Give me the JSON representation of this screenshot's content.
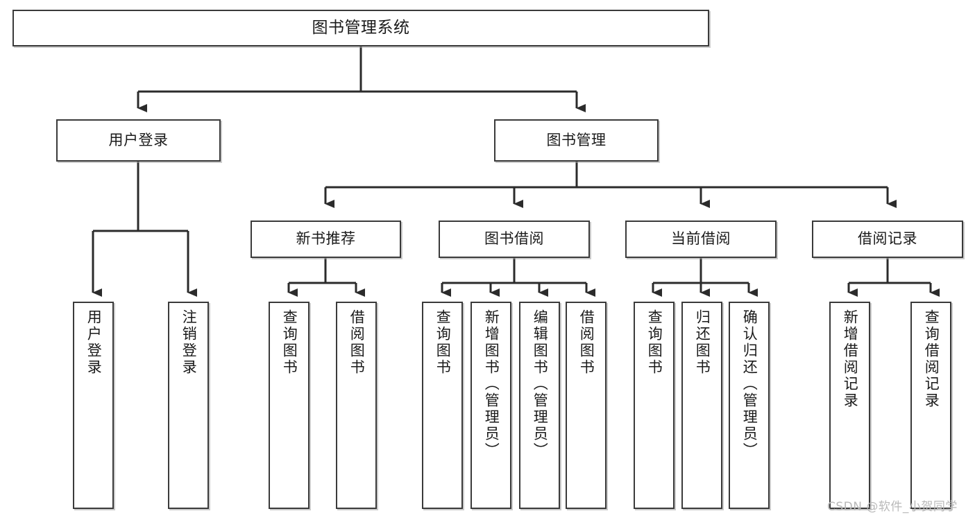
{
  "diagram": {
    "type": "tree",
    "title": "图书管理系统",
    "root": {
      "label": "图书管理系统"
    },
    "level1": [
      {
        "label": "用户登录"
      },
      {
        "label": "图书管理"
      }
    ],
    "level2": [
      {
        "label": "新书推荐"
      },
      {
        "label": "图书借阅"
      },
      {
        "label": "当前借阅"
      },
      {
        "label": "借阅记录"
      }
    ],
    "leaves": {
      "user_login": [
        {
          "label": "用户登录"
        },
        {
          "label": "注销登录"
        }
      ],
      "new_book_recommend": [
        {
          "label": "查询图书"
        },
        {
          "label": "借阅图书"
        }
      ],
      "book_borrow": [
        {
          "label": "查询图书"
        },
        {
          "label": "新增图书（管理员）"
        },
        {
          "label": "编辑图书（管理员）"
        },
        {
          "label": "借阅图书"
        }
      ],
      "current_borrow": [
        {
          "label": "查询图书"
        },
        {
          "label": "归还图书"
        },
        {
          "label": "确认归还（管理员）"
        }
      ],
      "borrow_record": [
        {
          "label": "新增借阅记录"
        },
        {
          "label": "查询借阅记录"
        }
      ]
    }
  },
  "watermark": {
    "text": "CSDN @软件_小贺同学"
  },
  "colors": {
    "box_border": "#3a3a3a",
    "edge": "#2b2b2b",
    "background": "#ffffff",
    "text": "#1a1a1a",
    "watermark": "#b9b9b9"
  }
}
